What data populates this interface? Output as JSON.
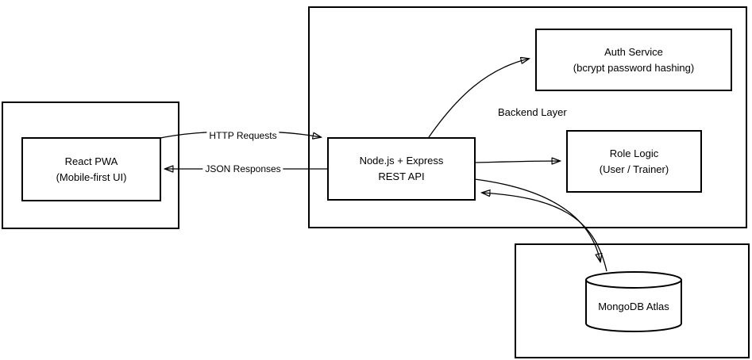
{
  "diagram": {
    "containers": {
      "backend_label": "Backend Layer"
    },
    "nodes": {
      "react_pwa": {
        "line1": "React PWA",
        "line2": "(Mobile-first UI)"
      },
      "node_api": {
        "line1": "Node.js + Express",
        "line2": "REST API"
      },
      "auth_service": {
        "line1": "Auth Service",
        "line2": "(bcrypt password hashing)"
      },
      "role_logic": {
        "line1": "Role Logic",
        "line2": "(User / Trainer)"
      },
      "mongodb": {
        "label": "MongoDB Atlas"
      }
    },
    "edges": {
      "http_requests": {
        "label": "HTTP Requests"
      },
      "json_responses": {
        "label": "JSON Responses"
      }
    },
    "colors": {
      "stroke": "#000000",
      "background": "#ffffff",
      "text": "#000000"
    }
  }
}
